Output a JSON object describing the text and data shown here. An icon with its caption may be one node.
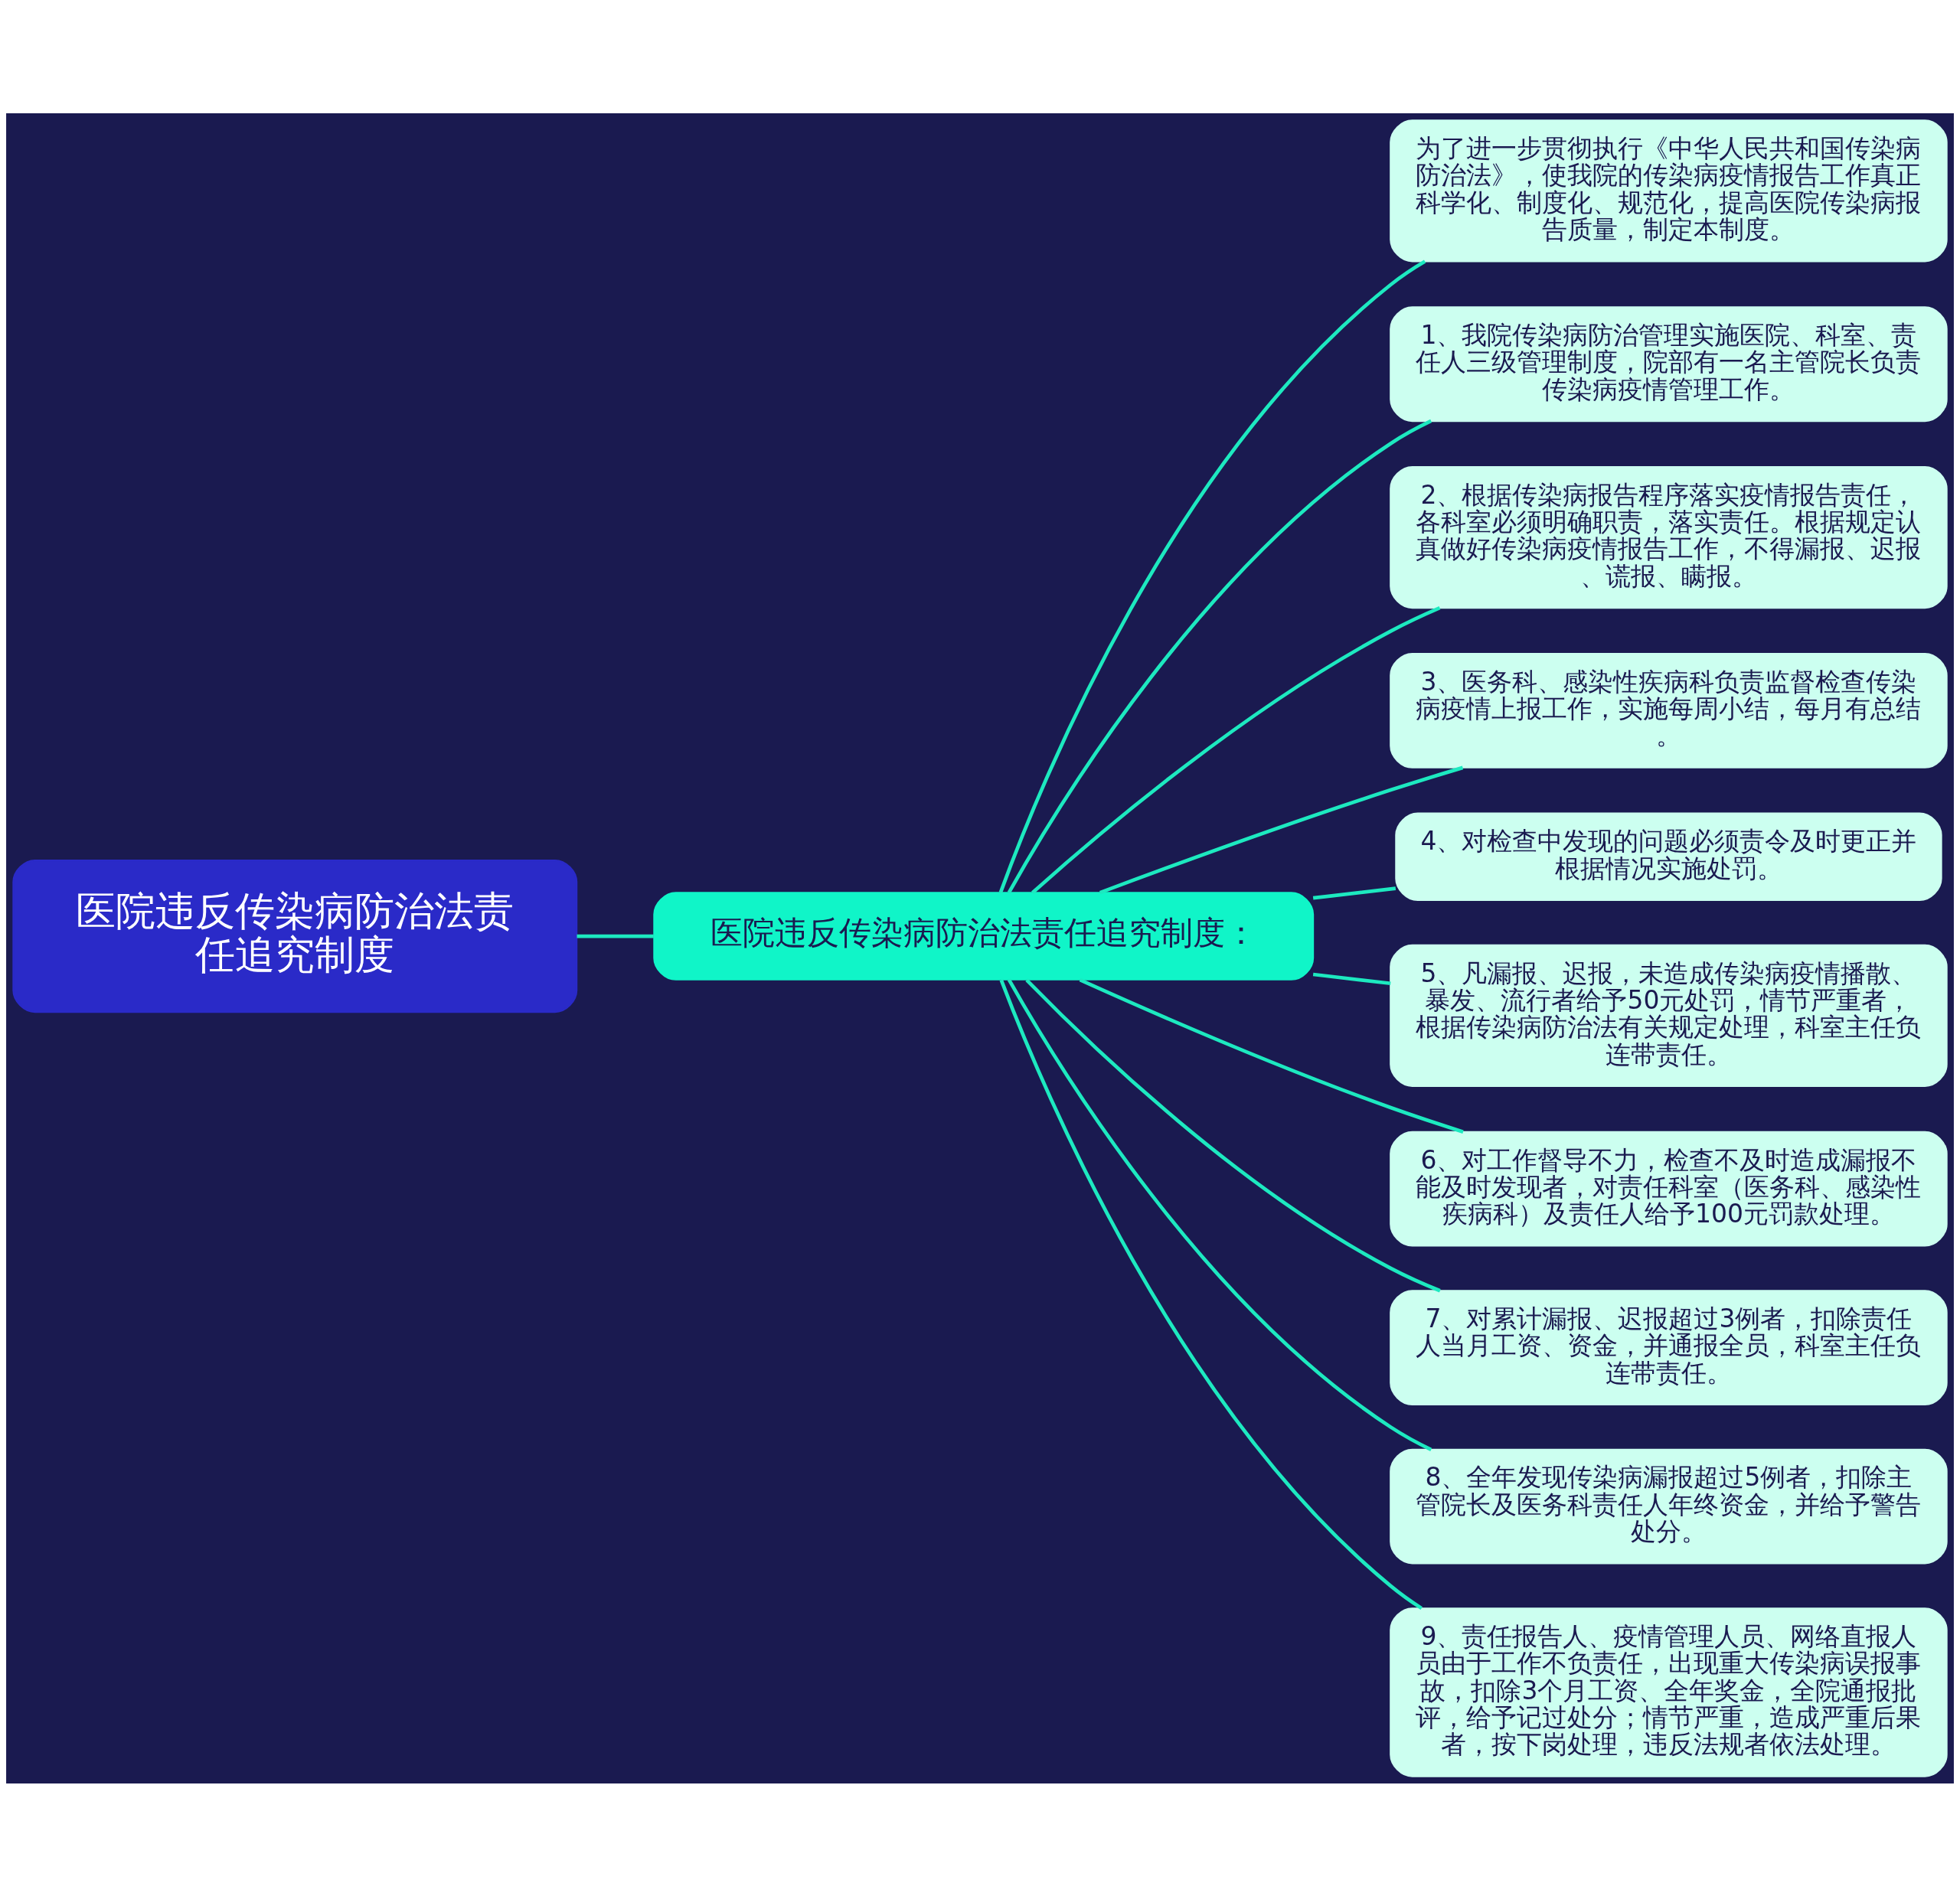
{
  "diagram": {
    "nodes": [
      {
        "text": [
          "医院违反传染病防治法责任追究制度"
        ]
      },
      {
        "text": [
          "医院违反传染病防治法责任追究制度："
        ]
      },
      {
        "text": [
          "为了进一步贯彻执行《中华人民共和国传染病防治法》，使我院的传染病疫情报告工作真正科学化、制度化、规范化，提高医院传染病报告质量，制定本制度。"
        ]
      },
      {
        "text": [
          "1、我院传染病防治管理实施医院、科室、责任人三级管理制度，院部有一名主管院长负责传染病疫情管理工作。"
        ]
      },
      {
        "text": [
          "2、根据传染病报告程序落实疫情报告责任，各科室必须明确职责，落实责任。根据规定认真做好传染病疫情报告工作，不得漏报、迟报、谎报、瞒报。"
        ]
      },
      {
        "text": [
          "3、医务科、感染性疾病科负责监督检查传染病疫情上报工作，实施每周小结，每月有总结。"
        ]
      },
      {
        "text": [
          "4、对检查中发现的问题必须责令及时更正并根据情况实施处罚。"
        ]
      },
      {
        "text": [
          "5、凡漏报、迟报，未造成传染病疫情播散、暴发、流行者给予50元处罚，情节严重者，根据传染病防治法有关规定处理，科室主任负连带责任。"
        ]
      },
      {
        "text": [
          "6、对工作督导不力，检查不及时造成漏报不能及时发现者，对责任科室（医务科、感染性疾病科）及责任人给予100元罚款处理。"
        ]
      },
      {
        "text": [
          "7、对累计漏报、迟报超过3例者，扣除责任人当月工资、资金，并通报全员，科室主任负连带责任。"
        ]
      },
      {
        "text": [
          "8、全年发现传染病漏报超过5例者，扣除主管院长及医务科责任人年终资金，并给予警告处分。"
        ]
      },
      {
        "text": [
          "9、责任报告人、疫情管理人员、网络直报人员由于工作不负责任，出现重大传染病误报事故，扣除3个月工资、全年奖金，全院通报批评，给予记过处分；情节严重，造成严重后果者，按下岗处理，违反法规者依法处理。"
        ]
      }
    ],
    "edges": [
      {
        "from": 0,
        "to": 1,
        "arrow": "none"
      },
      {
        "from": 1,
        "to": 2,
        "arrow": "none"
      },
      {
        "from": 1,
        "to": 3,
        "arrow": "none"
      },
      {
        "from": 1,
        "to": 4,
        "arrow": "none"
      },
      {
        "from": 1,
        "to": 5,
        "arrow": "none"
      },
      {
        "from": 1,
        "to": 6,
        "arrow": "none"
      },
      {
        "from": 1,
        "to": 7,
        "arrow": "none"
      },
      {
        "from": 1,
        "to": 8,
        "arrow": "none"
      },
      {
        "from": 1,
        "to": 9,
        "arrow": "none"
      },
      {
        "from": 1,
        "to": 10,
        "arrow": "none"
      },
      {
        "from": 1,
        "to": 11,
        "arrow": "none"
      }
    ]
  }
}
